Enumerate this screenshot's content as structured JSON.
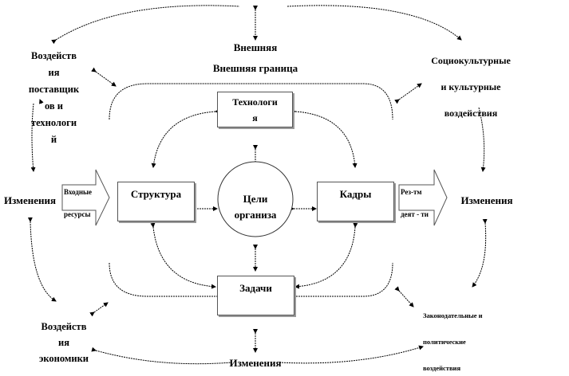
{
  "outer": {
    "line1": "Внешняя",
    "line2": "Внешняя граница"
  },
  "suppliers": [
    "Воздейств",
    "ия",
    "поставщик",
    "ов и",
    "технологи",
    "й"
  ],
  "social": [
    "Социокультурные",
    "и культурные",
    "воздействия"
  ],
  "technology": [
    "Технологи",
    "я"
  ],
  "structure": "Структура",
  "goals": [
    "Цели",
    "организа"
  ],
  "staff": "Кадры",
  "tasks": "Задачи",
  "changes_left": "Изменения",
  "changes_right": "Изменения",
  "changes_bottom": "Изменения",
  "inputs": [
    "Входные",
    "ресурсы"
  ],
  "outputs": [
    "Рез-тм",
    "деят - ти"
  ],
  "economy": [
    "Воздейств",
    "ия",
    "экономики"
  ],
  "legal": [
    "Законодательные и",
    "политические",
    "воздействия"
  ]
}
